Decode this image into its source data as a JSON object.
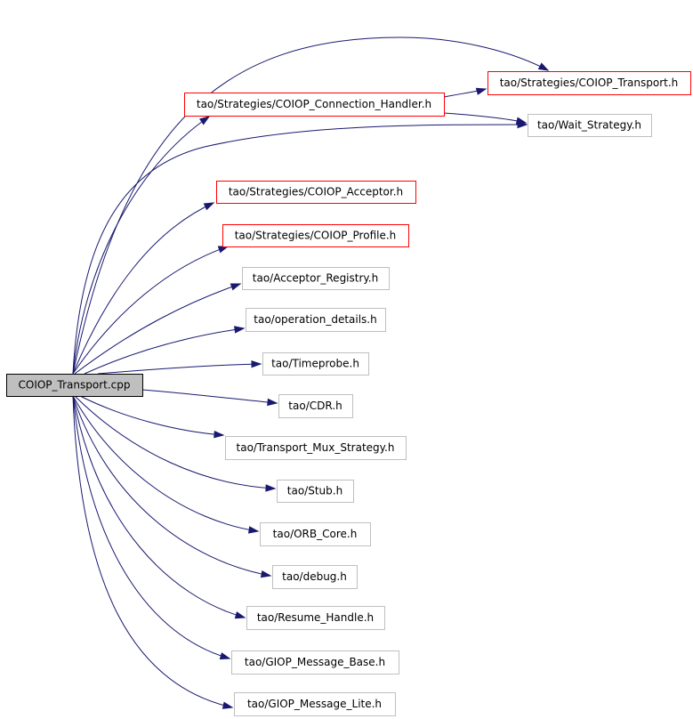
{
  "graph": {
    "root": {
      "id": "root",
      "label": "COIOP_Transport.cpp",
      "fill": "#bfbfbf",
      "stroke": "#000000"
    },
    "nodes": [
      {
        "id": "n_transport_h",
        "label": "tao/Strategies/COIOP_Transport.h",
        "stroke": "#ff0000"
      },
      {
        "id": "n_conn_handler",
        "label": "tao/Strategies/COIOP_Connection_Handler.h",
        "stroke": "#ff0000"
      },
      {
        "id": "n_wait_strategy",
        "label": "tao/Wait_Strategy.h",
        "stroke": "#bfbfbf"
      },
      {
        "id": "n_acceptor",
        "label": "tao/Strategies/COIOP_Acceptor.h",
        "stroke": "#ff0000"
      },
      {
        "id": "n_profile",
        "label": "tao/Strategies/COIOP_Profile.h",
        "stroke": "#ff0000"
      },
      {
        "id": "n_acceptor_registry",
        "label": "tao/Acceptor_Registry.h",
        "stroke": "#bfbfbf"
      },
      {
        "id": "n_operation_details",
        "label": "tao/operation_details.h",
        "stroke": "#bfbfbf"
      },
      {
        "id": "n_timeprobe",
        "label": "tao/Timeprobe.h",
        "stroke": "#bfbfbf"
      },
      {
        "id": "n_cdr",
        "label": "tao/CDR.h",
        "stroke": "#bfbfbf"
      },
      {
        "id": "n_mux_strategy",
        "label": "tao/Transport_Mux_Strategy.h",
        "stroke": "#bfbfbf"
      },
      {
        "id": "n_stub",
        "label": "tao/Stub.h",
        "stroke": "#bfbfbf"
      },
      {
        "id": "n_orb_core",
        "label": "tao/ORB_Core.h",
        "stroke": "#bfbfbf"
      },
      {
        "id": "n_debug",
        "label": "tao/debug.h",
        "stroke": "#bfbfbf"
      },
      {
        "id": "n_resume_handle",
        "label": "tao/Resume_Handle.h",
        "stroke": "#bfbfbf"
      },
      {
        "id": "n_giop_base",
        "label": "tao/GIOP_Message_Base.h",
        "stroke": "#bfbfbf"
      },
      {
        "id": "n_giop_lite",
        "label": "tao/GIOP_Message_Lite.h",
        "stroke": "#bfbfbf"
      }
    ],
    "edges": [
      {
        "from": "root",
        "to": "n_transport_h"
      },
      {
        "from": "root",
        "to": "n_conn_handler"
      },
      {
        "from": "root",
        "to": "n_wait_strategy"
      },
      {
        "from": "root",
        "to": "n_acceptor"
      },
      {
        "from": "root",
        "to": "n_profile"
      },
      {
        "from": "root",
        "to": "n_acceptor_registry"
      },
      {
        "from": "root",
        "to": "n_operation_details"
      },
      {
        "from": "root",
        "to": "n_timeprobe"
      },
      {
        "from": "root",
        "to": "n_cdr"
      },
      {
        "from": "root",
        "to": "n_mux_strategy"
      },
      {
        "from": "root",
        "to": "n_stub"
      },
      {
        "from": "root",
        "to": "n_orb_core"
      },
      {
        "from": "root",
        "to": "n_debug"
      },
      {
        "from": "root",
        "to": "n_resume_handle"
      },
      {
        "from": "root",
        "to": "n_giop_base"
      },
      {
        "from": "root",
        "to": "n_giop_lite"
      },
      {
        "from": "n_conn_handler",
        "to": "n_transport_h"
      },
      {
        "from": "n_conn_handler",
        "to": "n_wait_strategy"
      }
    ],
    "edge_color": "#191970"
  }
}
